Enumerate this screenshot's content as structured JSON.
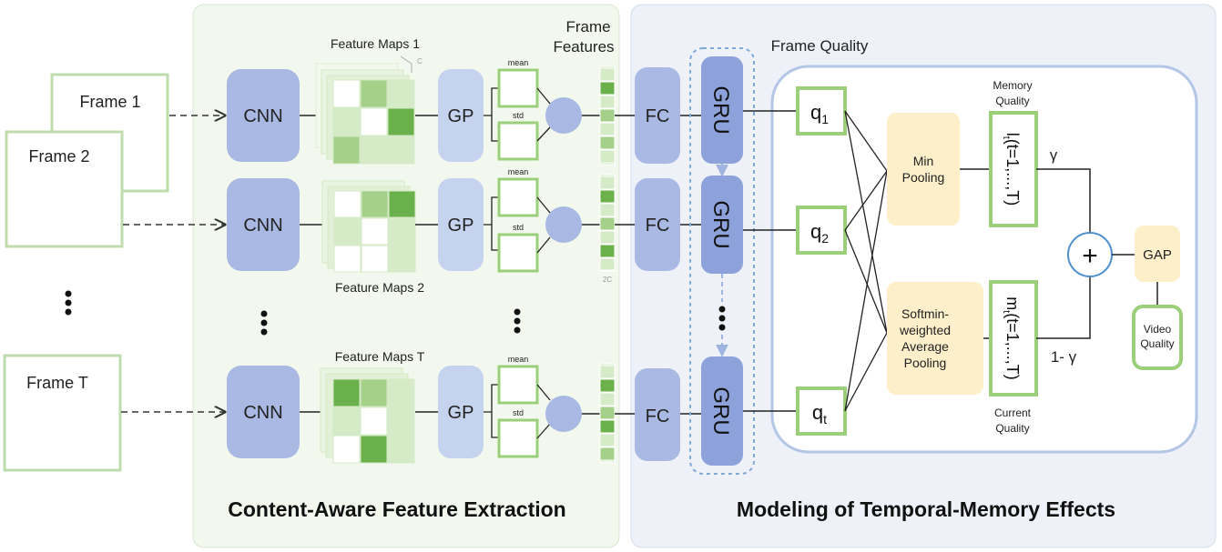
{
  "frames": [
    "Frame 1",
    "Frame 2",
    "Frame T"
  ],
  "cnn": "CNN",
  "gp": "GP",
  "fc": "FC",
  "gru": "GRU",
  "mean": "mean",
  "std": "std",
  "c_label": "C",
  "two_c_label": "2C",
  "feature_maps": [
    "Feature Maps 1",
    "Feature Maps 2",
    "Feature Maps T"
  ],
  "frame_features_line1": "Frame",
  "frame_features_line2": "Features",
  "frame_quality": "Frame Quality",
  "q": [
    "q",
    "q",
    "q"
  ],
  "q_sub": [
    "1",
    "2",
    "t"
  ],
  "memory_quality_line1": "Memory",
  "memory_quality_line2": "Quality",
  "current_quality_line1": "Current",
  "current_quality_line2": "Quality",
  "min_pooling_line1": "Min",
  "min_pooling_line2": "Pooling",
  "softmin_line1": "Softmin-",
  "softmin_line2": "weighted",
  "softmin_line3": "Average",
  "softmin_line4": "Pooling",
  "l_t": "l",
  "l_t_rest": "(t=1,...,T)",
  "m_t": "m",
  "m_t_rest": "(t=1,...,T)",
  "t_sub": "t",
  "gamma": "γ",
  "one_minus_gamma": "1- γ",
  "plus": "+",
  "gap": "GAP",
  "video_quality_line1": "Video",
  "video_quality_line2": "Quality",
  "section_left": "Content-Aware Feature Extraction",
  "section_right": "Modeling of Temporal-Memory Effects",
  "colors": {
    "frame_border": "#bfdcae",
    "block_blue": "#a9b9e3",
    "block_blue_light": "#c6d3ef",
    "gru_blue": "#8da2da",
    "pooling_yellow": "#fcefc9",
    "green_border": "#9bcf7a",
    "green_dark": "#6bb14b",
    "green_mid": "#a5d08a",
    "green_light": "#d5eac6",
    "panel_left": "#f3f8ee",
    "panel_right": "#eef1f8",
    "inner_panel_border": "#b3c6e6"
  }
}
